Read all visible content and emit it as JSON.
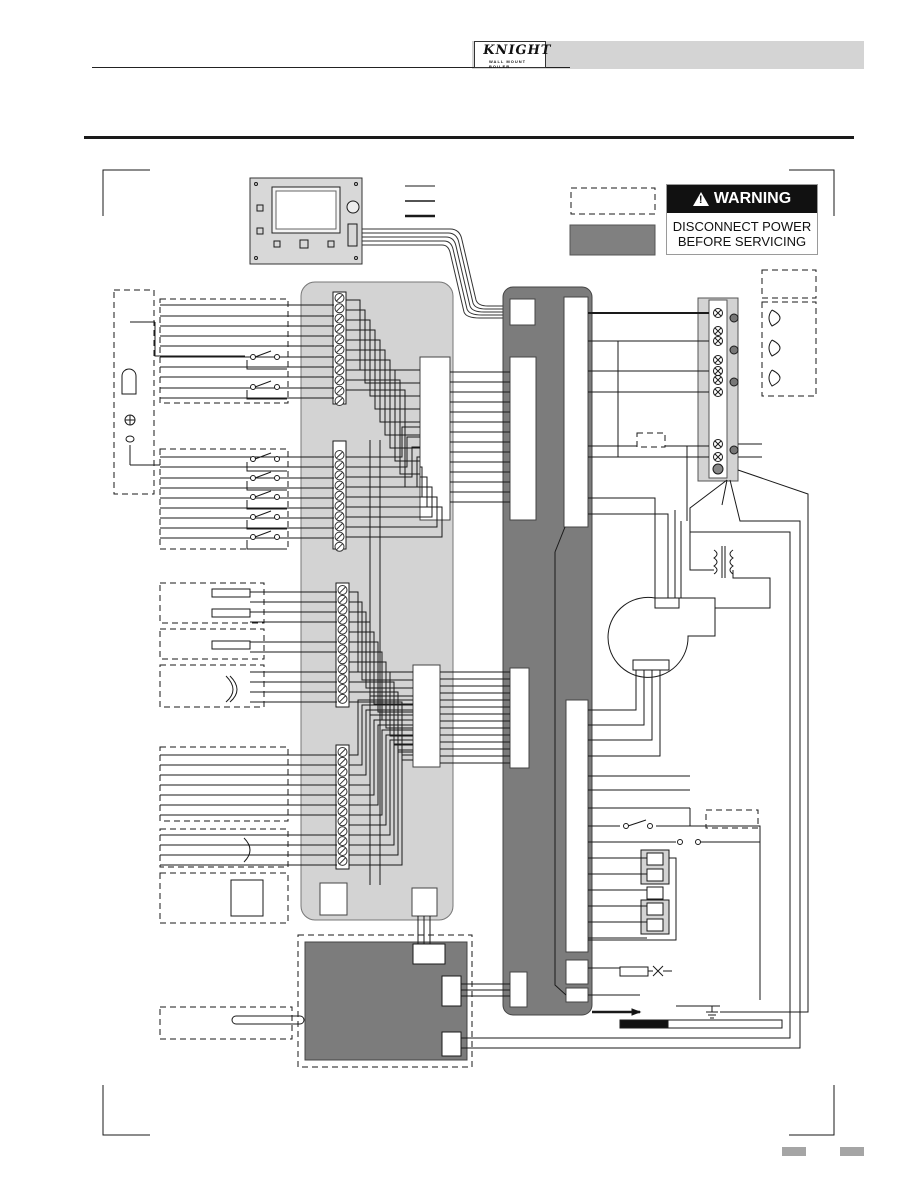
{
  "header": {
    "logo_text": "KNIGHT",
    "logo_subtext": "WALL MOUNT BOILER"
  },
  "warning": {
    "title": "WARNING",
    "line1": "DISCONNECT POWER",
    "line2": "BEFORE SERVICING"
  },
  "colors": {
    "panel_light": "#d3d3d3",
    "panel_dark": "#7c7c7c",
    "legend_fill": "#808080",
    "header_band": "#d4d4d4",
    "warning_header": "#111111",
    "line": "#1a1a1a"
  },
  "icons": [
    "warning-triangle-icon",
    "ground-icon",
    "switch-icon",
    "relay-icon",
    "sensor-icon",
    "fuse-icon",
    "terminal-screw-icon"
  ]
}
